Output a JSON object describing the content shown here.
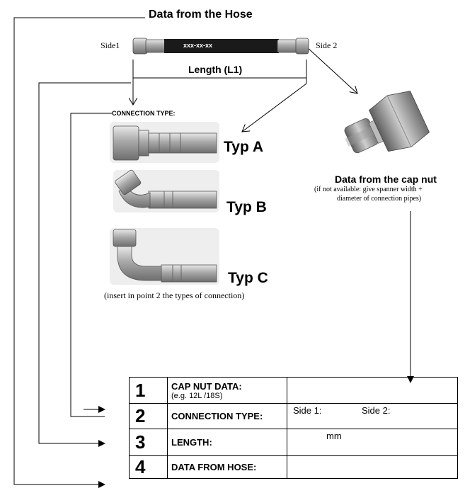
{
  "header": {
    "hose_title": "Data from the Hose",
    "side1": "Side1",
    "side2": "Side 2",
    "hose_code": "xxx-xx-xx",
    "length_label": "Length (L1)"
  },
  "connection": {
    "title": "CONNECTION TYPE:",
    "types": [
      "Typ A",
      "Typ B",
      "Typ C"
    ],
    "note": "(insert in point 2 the types of connection)"
  },
  "cap_nut": {
    "title": "Data from the cap nut",
    "note_line1": "(if not available: give spanner width +",
    "note_line2": "diameter of connection pipes)"
  },
  "form": {
    "rows": [
      {
        "num": "1",
        "label": "CAP NUT DATA:",
        "sub": "(e.g. 12L /18S)"
      },
      {
        "num": "2",
        "label": "CONNECTION TYPE:",
        "side1": "Side 1:",
        "side2": "Side 2:"
      },
      {
        "num": "3",
        "label": "LENGTH:",
        "unit": "mm"
      },
      {
        "num": "4",
        "label": "DATA FROM HOSE:"
      }
    ]
  },
  "colors": {
    "hose": "#1a1a1a",
    "metal": "#b9b9b9",
    "metal_dark": "#7a7a7a",
    "background": "#ffffff"
  }
}
